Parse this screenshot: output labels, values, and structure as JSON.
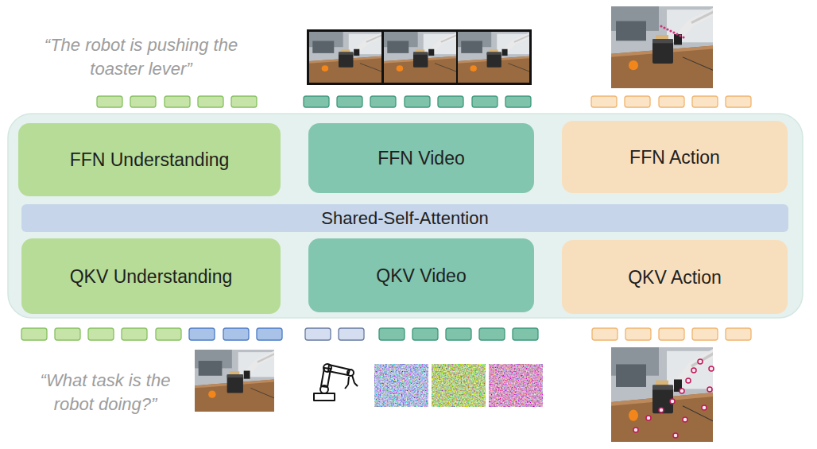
{
  "diagram": {
    "nodes": [
      {
        "text": [
          "FFN Understanding"
        ]
      },
      {
        "text": [
          "FFN Video"
        ]
      },
      {
        "text": [
          "FFN Action"
        ]
      },
      {
        "text": [
          "Shared-Self-Attention"
        ]
      },
      {
        "text": [
          "QKV Understanding"
        ]
      },
      {
        "text": [
          "QKV Video"
        ]
      },
      {
        "text": [
          "QKV Action"
        ]
      }
    ],
    "labels": [
      "“The robot is pushing the toaster lever”",
      "“What task is the robot doing?”"
    ]
  }
}
